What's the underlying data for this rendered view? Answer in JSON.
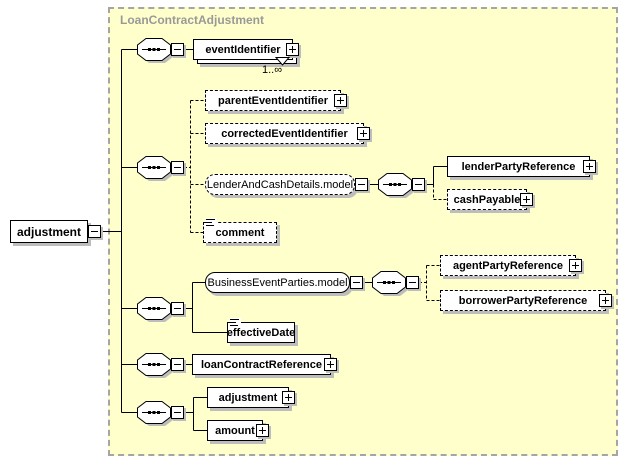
{
  "diagram": {
    "title": "LoanContractAdjustment",
    "root_element": {
      "label": "adjustment"
    },
    "colors": {
      "container_fill": "#ffffcc",
      "container_border": "#a5a5a5",
      "title_color": "#999999",
      "box_fill": "#ffffff",
      "box_border": "#000000",
      "shadow": "#bdbdbd"
    },
    "icons": {
      "sequence": "octagon-with-three-dots",
      "collapse": "minus-box",
      "expand": "plus-box",
      "text_content": "three-text-lines",
      "repeat": "chevron-down"
    },
    "nodes": {
      "eventIdentifier": {
        "label": "eventIdentifier",
        "occurrence": "1..∞"
      },
      "parentEventIdentifier": {
        "label": "parentEventIdentifier"
      },
      "correctedEventIdentifier": {
        "label": "correctedEventIdentifier"
      },
      "lenderAndCashDetailsModel": {
        "label": "LenderAndCashDetails.model"
      },
      "lenderPartyReference": {
        "label": "lenderPartyReference"
      },
      "cashPayable": {
        "label": "cashPayable"
      },
      "comment": {
        "label": "comment"
      },
      "businessEventPartiesModel": {
        "label": "BusinessEventParties.model"
      },
      "agentPartyReference": {
        "label": "agentPartyReference"
      },
      "borrowerPartyReference": {
        "label": "borrowerPartyReference"
      },
      "effectiveDate": {
        "label": "effectiveDate"
      },
      "loanContractReference": {
        "label": "loanContractReference"
      },
      "adjustment": {
        "label": "adjustment"
      },
      "amount": {
        "label": "amount"
      }
    }
  }
}
